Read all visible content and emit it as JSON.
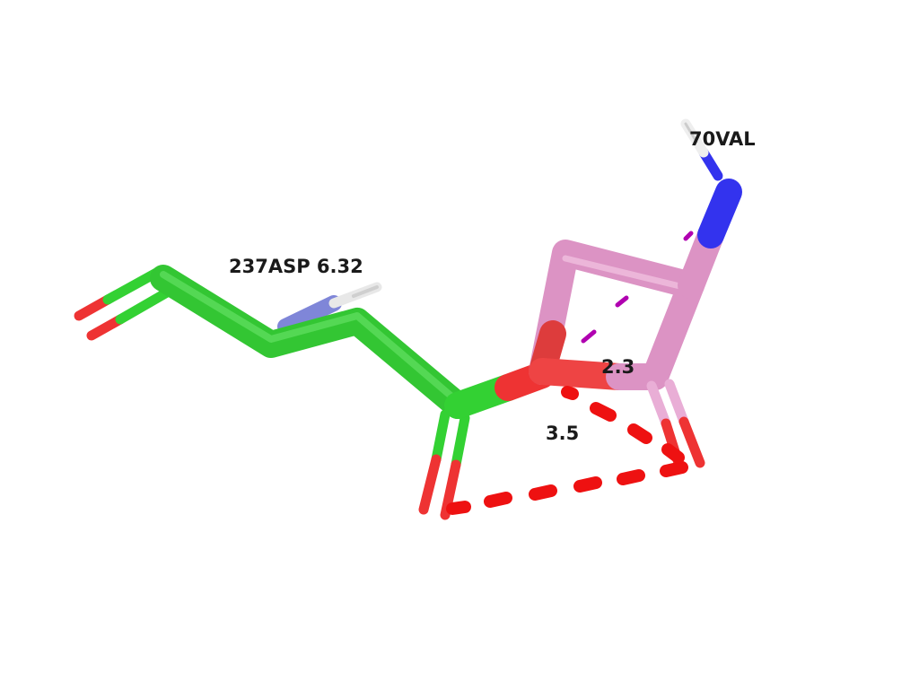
{
  "labels": {
    "residue_asp": "237ASP 6.32",
    "residue_val": "70VAL",
    "distance_short": "2.3",
    "distance_long": "3.5"
  },
  "colors": {
    "background": "#ffffff",
    "asp_carbon": "#33d133",
    "val_carbon": "#e096c8",
    "oxygen": "#ee3333",
    "nitrogen": "#3333ee",
    "hydrogen": "#eeeeee",
    "polar_contact": "#ee1111",
    "h_bond": "#c000c0",
    "label_text": "#1a1a1a"
  }
}
